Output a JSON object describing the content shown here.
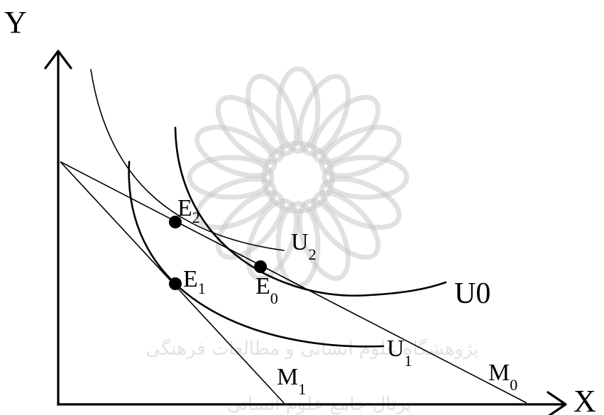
{
  "axes": {
    "y_label": "Y",
    "x_label": "X"
  },
  "points": {
    "e0": {
      "base": "E",
      "sub": "0"
    },
    "e1": {
      "base": "E",
      "sub": "1"
    },
    "e2": {
      "base": "E",
      "sub": "2"
    }
  },
  "curves": {
    "u0": {
      "label": "U0"
    },
    "u1": {
      "base": "U",
      "sub": "1"
    },
    "u2": {
      "base": "U",
      "sub": "2"
    }
  },
  "budget_lines": {
    "m0": {
      "base": "M",
      "sub": "0"
    },
    "m1": {
      "base": "M",
      "sub": "1"
    }
  },
  "watermark": {
    "text_line_1": "پژوهشگاه علوم انسانی و مطالعات فرهنگی",
    "text_line_2": "پرتال جامع علوم انسانی"
  },
  "colors": {
    "ink": "#000000",
    "watermark": "#c9c9c9",
    "background": "#ffffff"
  }
}
